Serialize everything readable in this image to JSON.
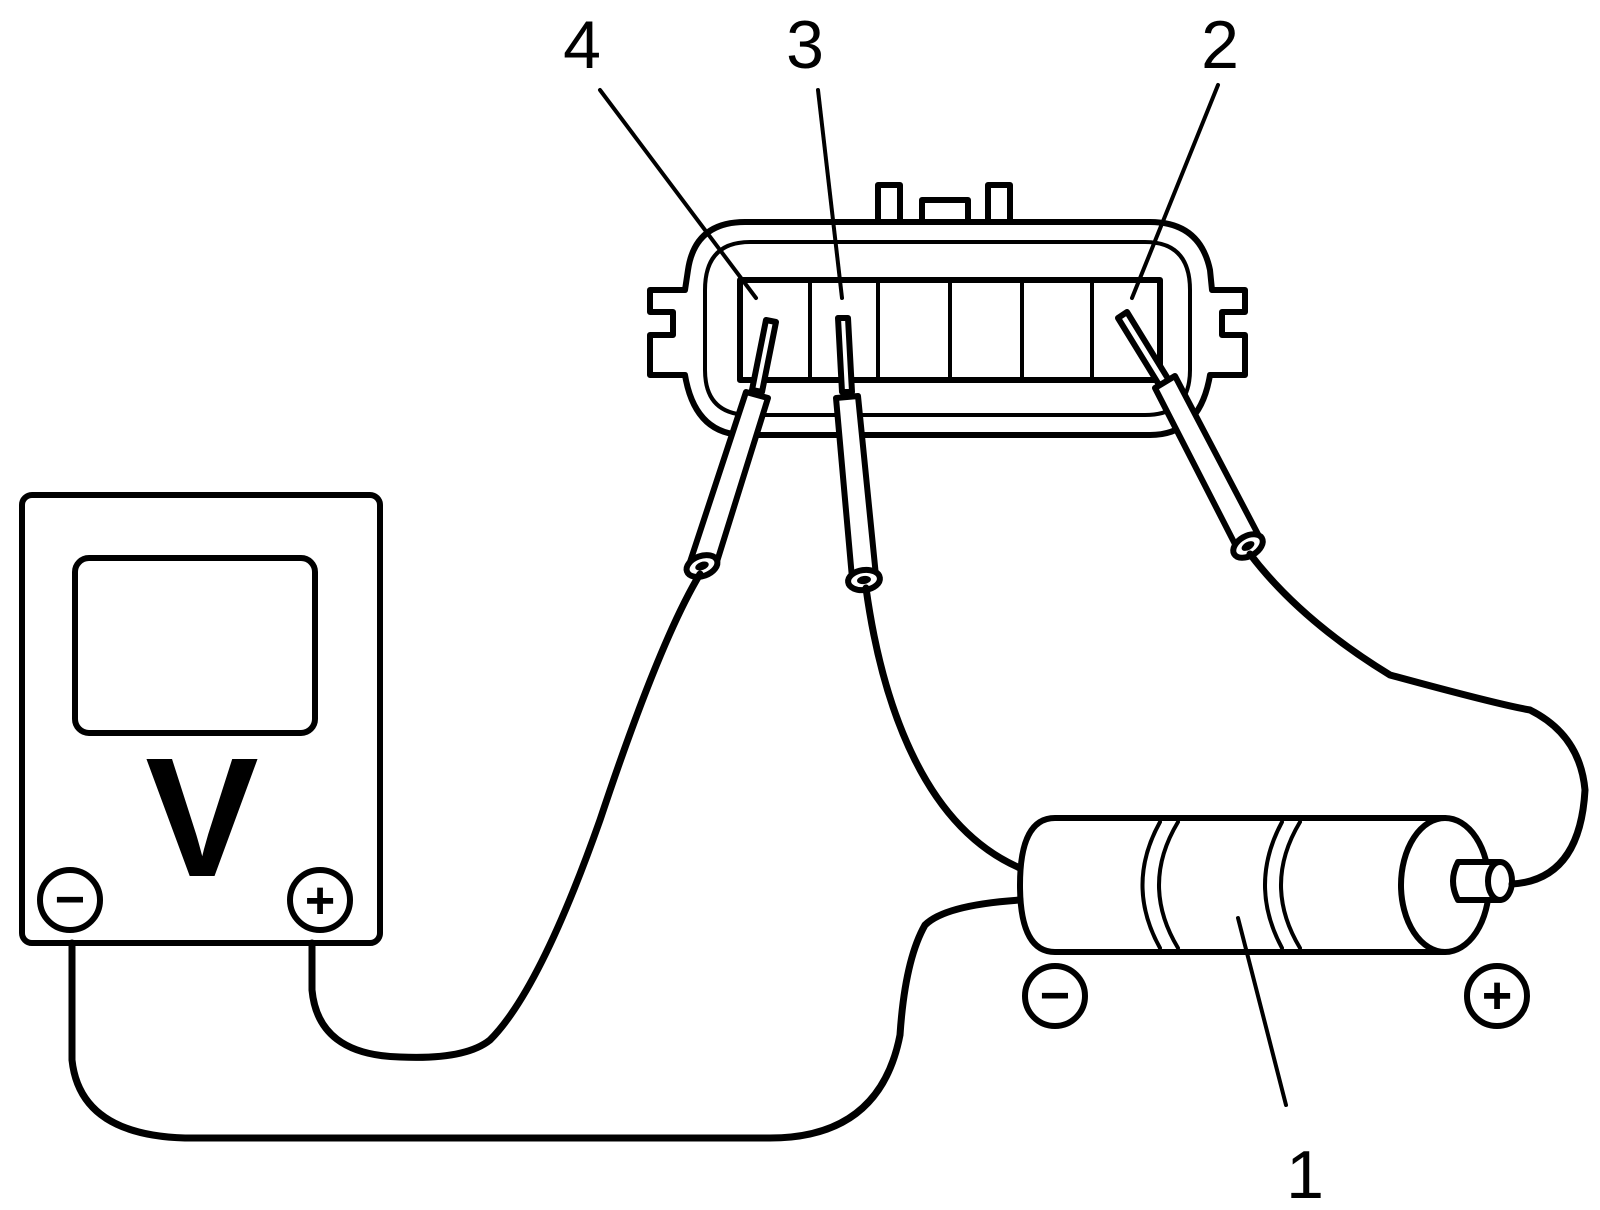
{
  "callouts": {
    "c1": "1",
    "c2": "2",
    "c3": "3",
    "c4": "4"
  },
  "meter": {
    "label": "V",
    "neg_symbol": "−",
    "pos_symbol": "+"
  },
  "battery": {
    "neg_symbol": "−",
    "pos_symbol": "+"
  }
}
